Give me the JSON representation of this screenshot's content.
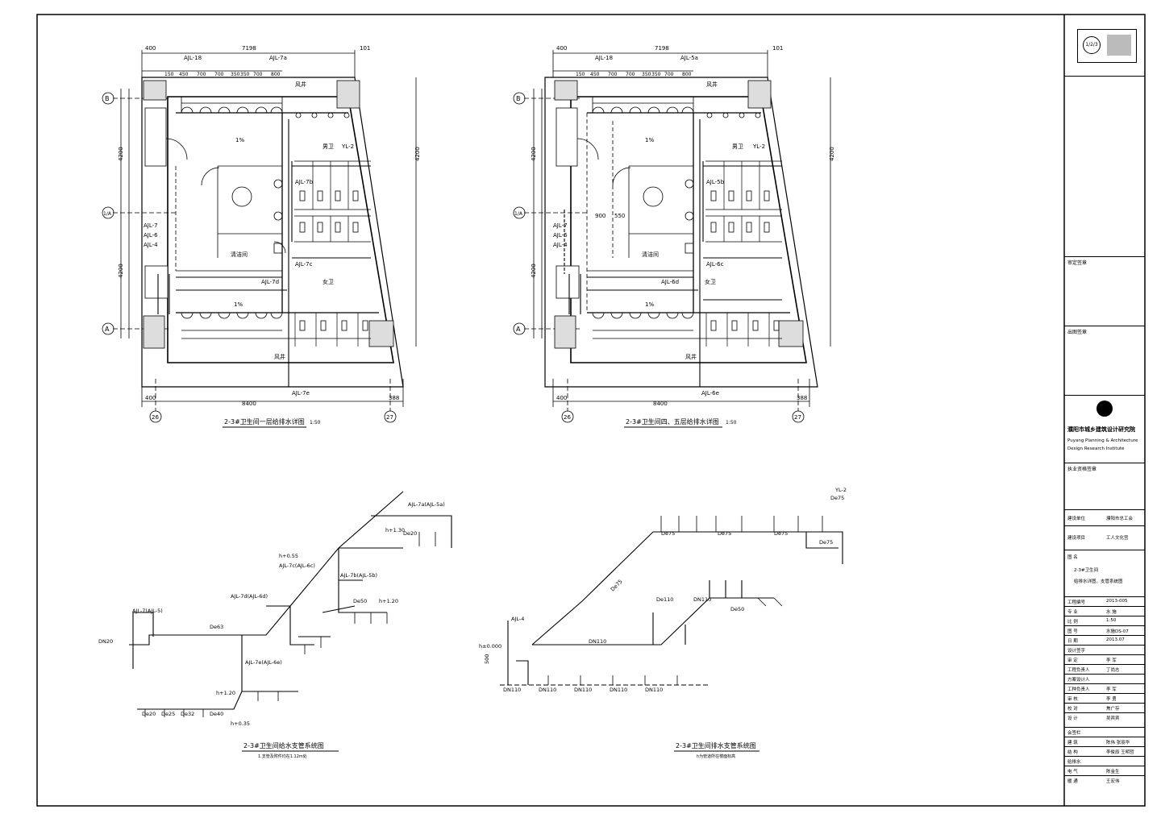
{
  "drawings": {
    "plan1": {
      "title": "2-3#卫生间一层给排水详图",
      "scale": "1:50"
    },
    "plan2": {
      "title": "2-3#卫生间四、五层给排水详图",
      "scale": "1:50"
    },
    "supply": {
      "title": "2-3#卫生间给水支管系统图",
      "note": "1.支管及附件均在1.12m处"
    },
    "drain": {
      "title": "2-3#卫生间排水支管系统图",
      "note": "h为管道所在楼面标高"
    }
  },
  "plan_labels": {
    "dim_total_top": "7198",
    "dim_total_bottom": "8400",
    "dim_left": "400",
    "dim_right": "388",
    "dim_4200": "4200",
    "dim_900": "900",
    "dim_700": "700",
    "dim_150": "150",
    "axis_b": "B",
    "axis_a1": "1/A",
    "axis_a": "A",
    "axis_26": "26",
    "axis_27": "27",
    "male": "男卫",
    "female": "女卫",
    "cleaning": "清洁间",
    "shaft": "风井",
    "slope": "1%",
    "sub_dims": [
      "150",
      "450",
      "700",
      "700",
      "350",
      "350",
      "700",
      "800"
    ],
    "mark_101": "101",
    "mark_yl2": "YL-2",
    "pipe_7a_1": "AJL-7a",
    "pipe_7a_2": "AJL-5a",
    "pipe_7d_1": "AJL-7d",
    "pipe_7d_2": "AJL-6d",
    "pipe_7b_1": "AJL-7b",
    "pipe_7b_2": "AJL-5b",
    "pipe_7c_1": "AJL-7c",
    "pipe_7c_2": "AJL-6c",
    "pipe_7e_1": "AJL-7e",
    "pipe_7e_2": "AJL-6e",
    "pipe_18": "AJL-18",
    "pipe_list": [
      "AJL-7",
      "AJL-6",
      "AJL-4"
    ],
    "dim_900b": "900",
    "dim_550": "550"
  },
  "supply_labels": {
    "l1": "AJL-7(AJL-5)",
    "l2": "AJL-7a(AJL-5a)",
    "l3": "AJL-7b(AJL-5b)",
    "l4": "AJL-7c(AJL-6c)",
    "l5": "AJL-7d(AJL-6d)",
    "l6": "AJL-7e(AJL-6e)",
    "h1": "h+1.30",
    "h2": "h+1.20",
    "h3": "h+1.20",
    "h4": "h+0.55",
    "h5": "h+0.35",
    "de20": "De20",
    "de25": "De25",
    "de32": "De32",
    "de40": "De40",
    "de50": "De50",
    "de63": "De63",
    "dn20": "DN20"
  },
  "drain_labels": {
    "yl2": "YL-2",
    "de75": "De75",
    "de110": "De110",
    "de50": "De50",
    "dn110": "DN110",
    "ajl4": "AJL-4",
    "h0": "h±0.000",
    "h500": "500"
  },
  "title_block": {
    "logo": "1/2/3",
    "institute_cn": "濮阳市城乡建筑设计研究院",
    "institute_en_1": "Puyang Planning & Architecture",
    "institute_en_2": "Design Research Institute",
    "approval": "审定签章",
    "reg": "出图签章",
    "cert": "执业资格签章",
    "client_key": "建设单位",
    "client_val": "濮阳市总工会",
    "project_key": "建设项目",
    "project_val": "工人文化宫",
    "name_key": "图 名",
    "name_val1": "2-3#卫生间",
    "name_val2": "给排水详图、支管系统图",
    "rows": [
      {
        "k": "工程编号",
        "v": "2013-005"
      },
      {
        "k": "专 业",
        "v": "水 施"
      },
      {
        "k": "比 例",
        "v": "1:50"
      },
      {
        "k": "图 号",
        "v": "水施DS-07"
      },
      {
        "k": "日 期",
        "v": "2013.07"
      }
    ],
    "sign_head": "设计签字",
    "signs": [
      {
        "k": "审 定",
        "v": "李 军"
      },
      {
        "k": "工程负责人",
        "v": "丁尚志"
      },
      {
        "k": "方案设计人",
        "v": ""
      },
      {
        "k": "工种负责人",
        "v": "李 军"
      },
      {
        "k": "审 核",
        "v": "李 勇"
      },
      {
        "k": "校 对",
        "v": "焦广存"
      },
      {
        "k": "设 计",
        "v": "吴宾宾"
      }
    ],
    "coop_head": "会签栏",
    "coops": [
      {
        "k": "建 筑",
        "v": "陈伟 张丽华"
      },
      {
        "k": "结 构",
        "v": "李俊辰 王明哲"
      },
      {
        "k": "给排水",
        "v": ""
      },
      {
        "k": "电 气",
        "v": "陈金生"
      },
      {
        "k": "暖 通",
        "v": "王宏伟"
      }
    ]
  }
}
